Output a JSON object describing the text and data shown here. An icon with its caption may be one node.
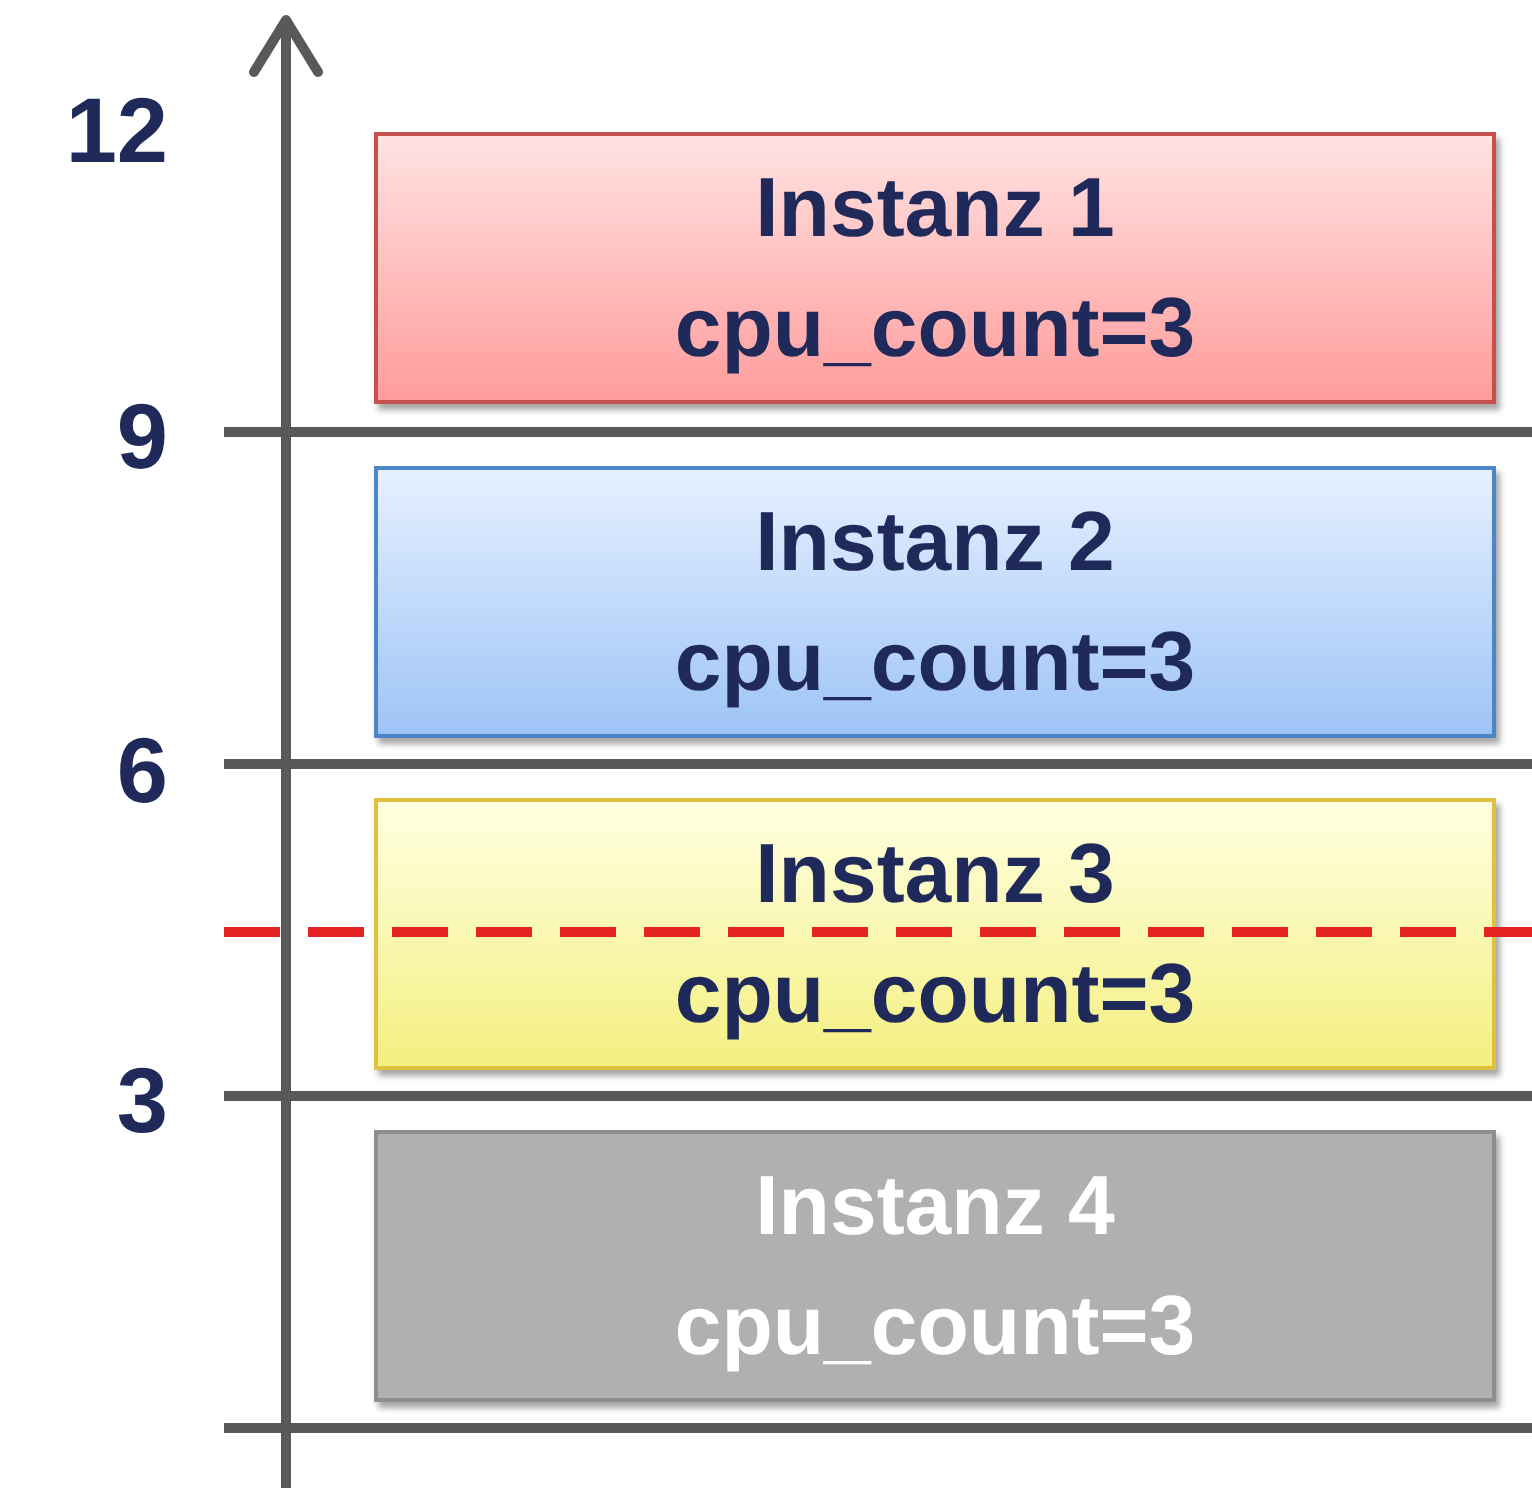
{
  "diagram": {
    "nodes": [
      {
        "text": [
          "Instanz 1",
          "cpu_count=3"
        ]
      },
      {
        "text": [
          "Instanz 2",
          "cpu_count=3"
        ]
      },
      {
        "text": [
          "Instanz 3",
          "cpu_count=3"
        ]
      },
      {
        "text": [
          "Instanz 4",
          "cpu_count=3"
        ]
      }
    ],
    "labels": [
      "12",
      "9",
      "6",
      "3"
    ]
  }
}
